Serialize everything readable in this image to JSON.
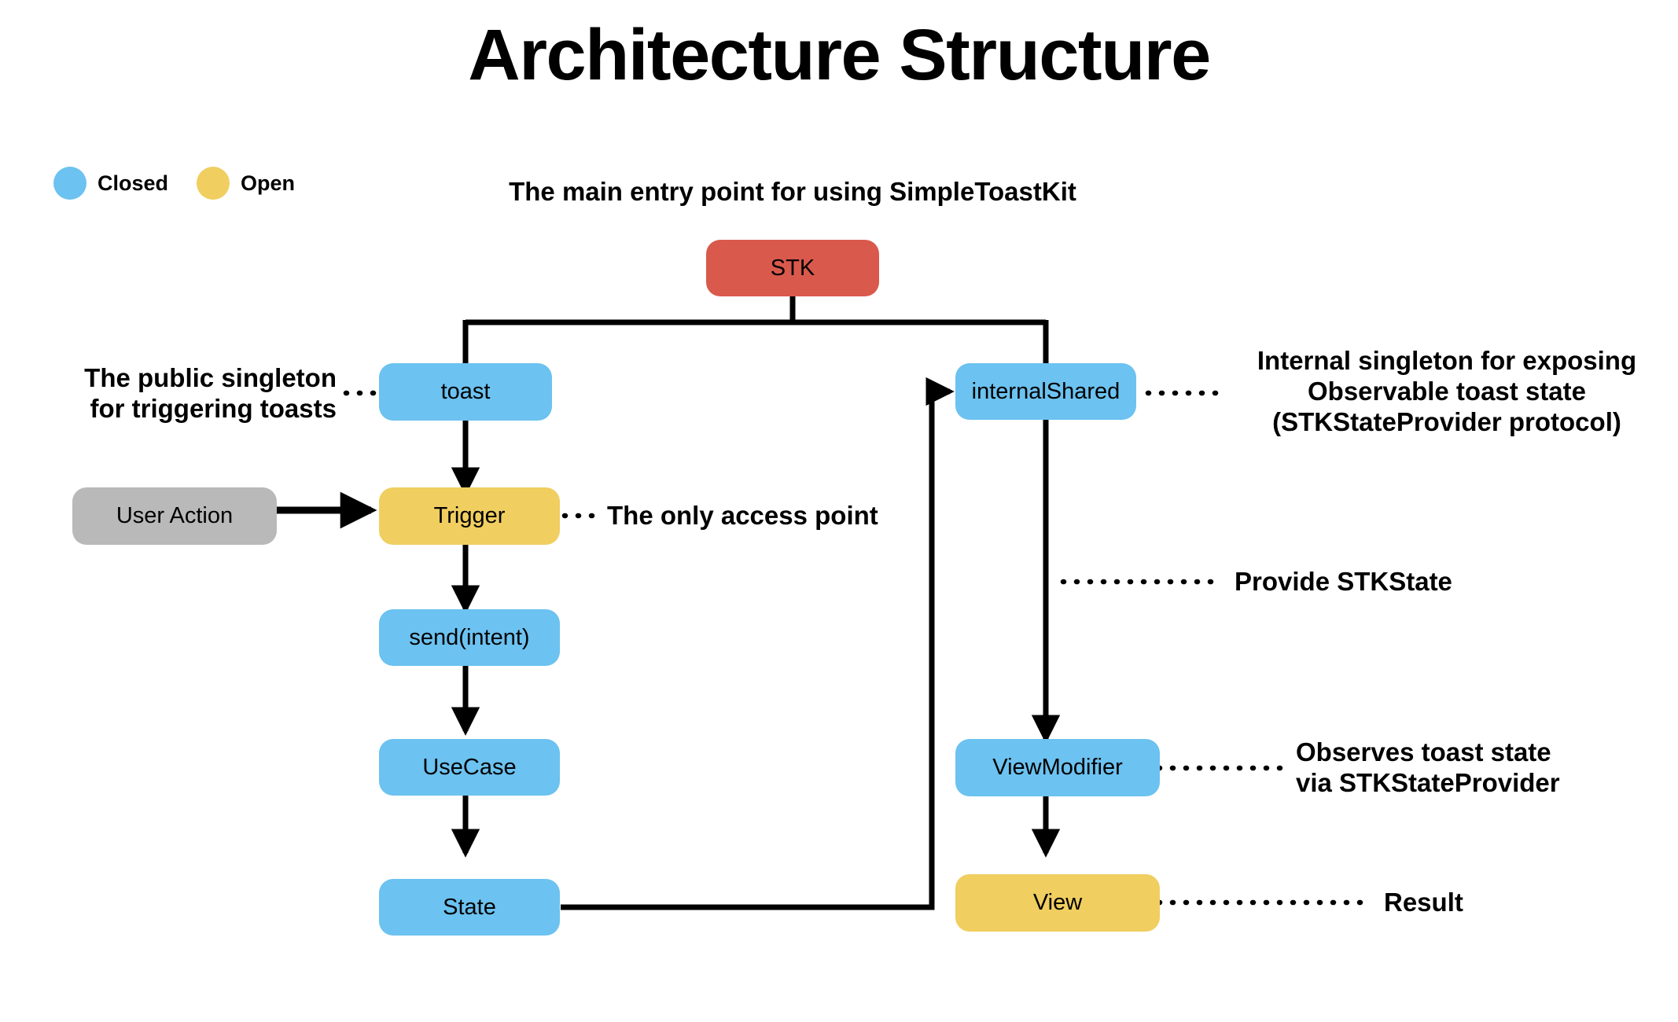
{
  "title": "Architecture Structure",
  "colors": {
    "closed": "#6cc2f0",
    "open": "#f0ce60",
    "entry": "#d9594c",
    "external": "#b9b9b9",
    "wire": "#000000",
    "background": "#ffffff",
    "text": "#000000"
  },
  "legend": {
    "items": [
      {
        "label": "Closed",
        "color": "#6cc2f0",
        "swatch": "circle-swatch"
      },
      {
        "label": "Open",
        "color": "#f0ce60",
        "swatch": "circle-swatch"
      }
    ]
  },
  "nodes": {
    "stk": {
      "label": "STK",
      "kind": "entry"
    },
    "toast": {
      "label": "toast",
      "kind": "closed"
    },
    "user_action": {
      "label": "User Action",
      "kind": "external"
    },
    "trigger": {
      "label": "Trigger",
      "kind": "open"
    },
    "send_intent": {
      "label": "send(intent)",
      "kind": "closed"
    },
    "usecase": {
      "label": "UseCase",
      "kind": "closed"
    },
    "state": {
      "label": "State",
      "kind": "closed"
    },
    "internal_shared": {
      "label": "internalShared",
      "kind": "closed"
    },
    "view_modifier": {
      "label": "ViewModifier",
      "kind": "closed"
    },
    "view": {
      "label": "View",
      "kind": "open"
    }
  },
  "annotations": {
    "entry_point": {
      "lines": [
        "The main entry point for using SimpleToastKit"
      ]
    },
    "public_singleton": {
      "lines": [
        "The public singleton",
        "for triggering toasts"
      ]
    },
    "access_point": {
      "lines": [
        "The only access point"
      ]
    },
    "internal_shared": {
      "lines": [
        "Internal singleton for exposing",
        "Observable toast state",
        "(STKStateProvider protocol)"
      ]
    },
    "provide_state": {
      "lines": [
        "Provide STKState"
      ]
    },
    "observes": {
      "lines": [
        "Observes toast state",
        "via STKStateProvider"
      ]
    },
    "result": {
      "lines": [
        "Result"
      ]
    }
  }
}
